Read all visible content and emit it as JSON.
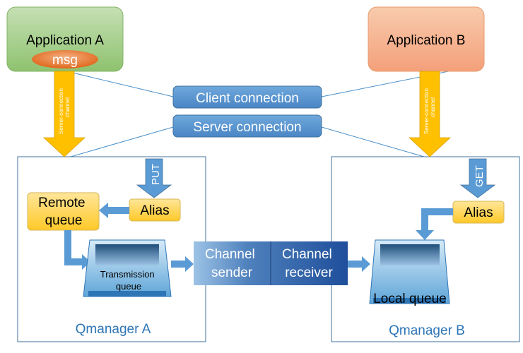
{
  "application_a": {
    "label": "Application A",
    "msg": "msg"
  },
  "application_b": {
    "label": "Application B"
  },
  "client_connection": "Client connection",
  "server_connection": "Server connection",
  "channel_label_left": "Server-connection channel",
  "channel_label_right": "Server-connection channel",
  "channel_label_line1": "Server-connection",
  "channel_label_line2": "channel",
  "qmanager_a": {
    "label": "Qmanager A",
    "put": "PUT",
    "alias": "Alias",
    "remote_queue_line1": "Remote",
    "remote_queue_line2": "queue",
    "transmission_queue_line1": "Transmission",
    "transmission_queue_line2": "queue"
  },
  "qmanager_b": {
    "label": "Qmanager B",
    "get": "GET",
    "alias": "Alias",
    "local_queue": "Local queue"
  },
  "channel_sender_line1": "Channel",
  "channel_sender_line2": "sender",
  "channel_receiver_line1": "Channel",
  "channel_receiver_line2": "receiver",
  "colors": {
    "app_a_fill": "#a9d18e",
    "app_b_fill": "#f4b183",
    "msg_fill": "#ed7d31",
    "connection_fill": "#5b9bd5",
    "arrow_yellow": "#ffc000",
    "alias_fill": "#ffd966",
    "qmanager_border": "#41719c",
    "qmanager_text": "#2e75b6",
    "channel_fill": "#4f81bd"
  }
}
